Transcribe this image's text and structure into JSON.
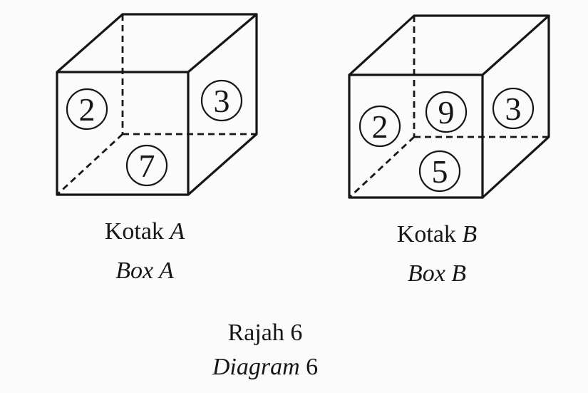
{
  "boxes": [
    {
      "name_ms": "Kotak",
      "name_en": "Box",
      "letter": "A",
      "balls": [
        {
          "face": "left-back",
          "value": "2"
        },
        {
          "face": "right",
          "value": "3"
        },
        {
          "face": "bottom",
          "value": "7"
        }
      ]
    },
    {
      "name_ms": "Kotak",
      "name_en": "Box",
      "letter": "B",
      "balls": [
        {
          "face": "left-back",
          "value": "2"
        },
        {
          "face": "back-top",
          "value": "9"
        },
        {
          "face": "right",
          "value": "3"
        },
        {
          "face": "bottom",
          "value": "5"
        }
      ]
    }
  ],
  "caption": {
    "line1": "Rajah 6",
    "line2_word": "Diagram",
    "line2_number": "6"
  }
}
